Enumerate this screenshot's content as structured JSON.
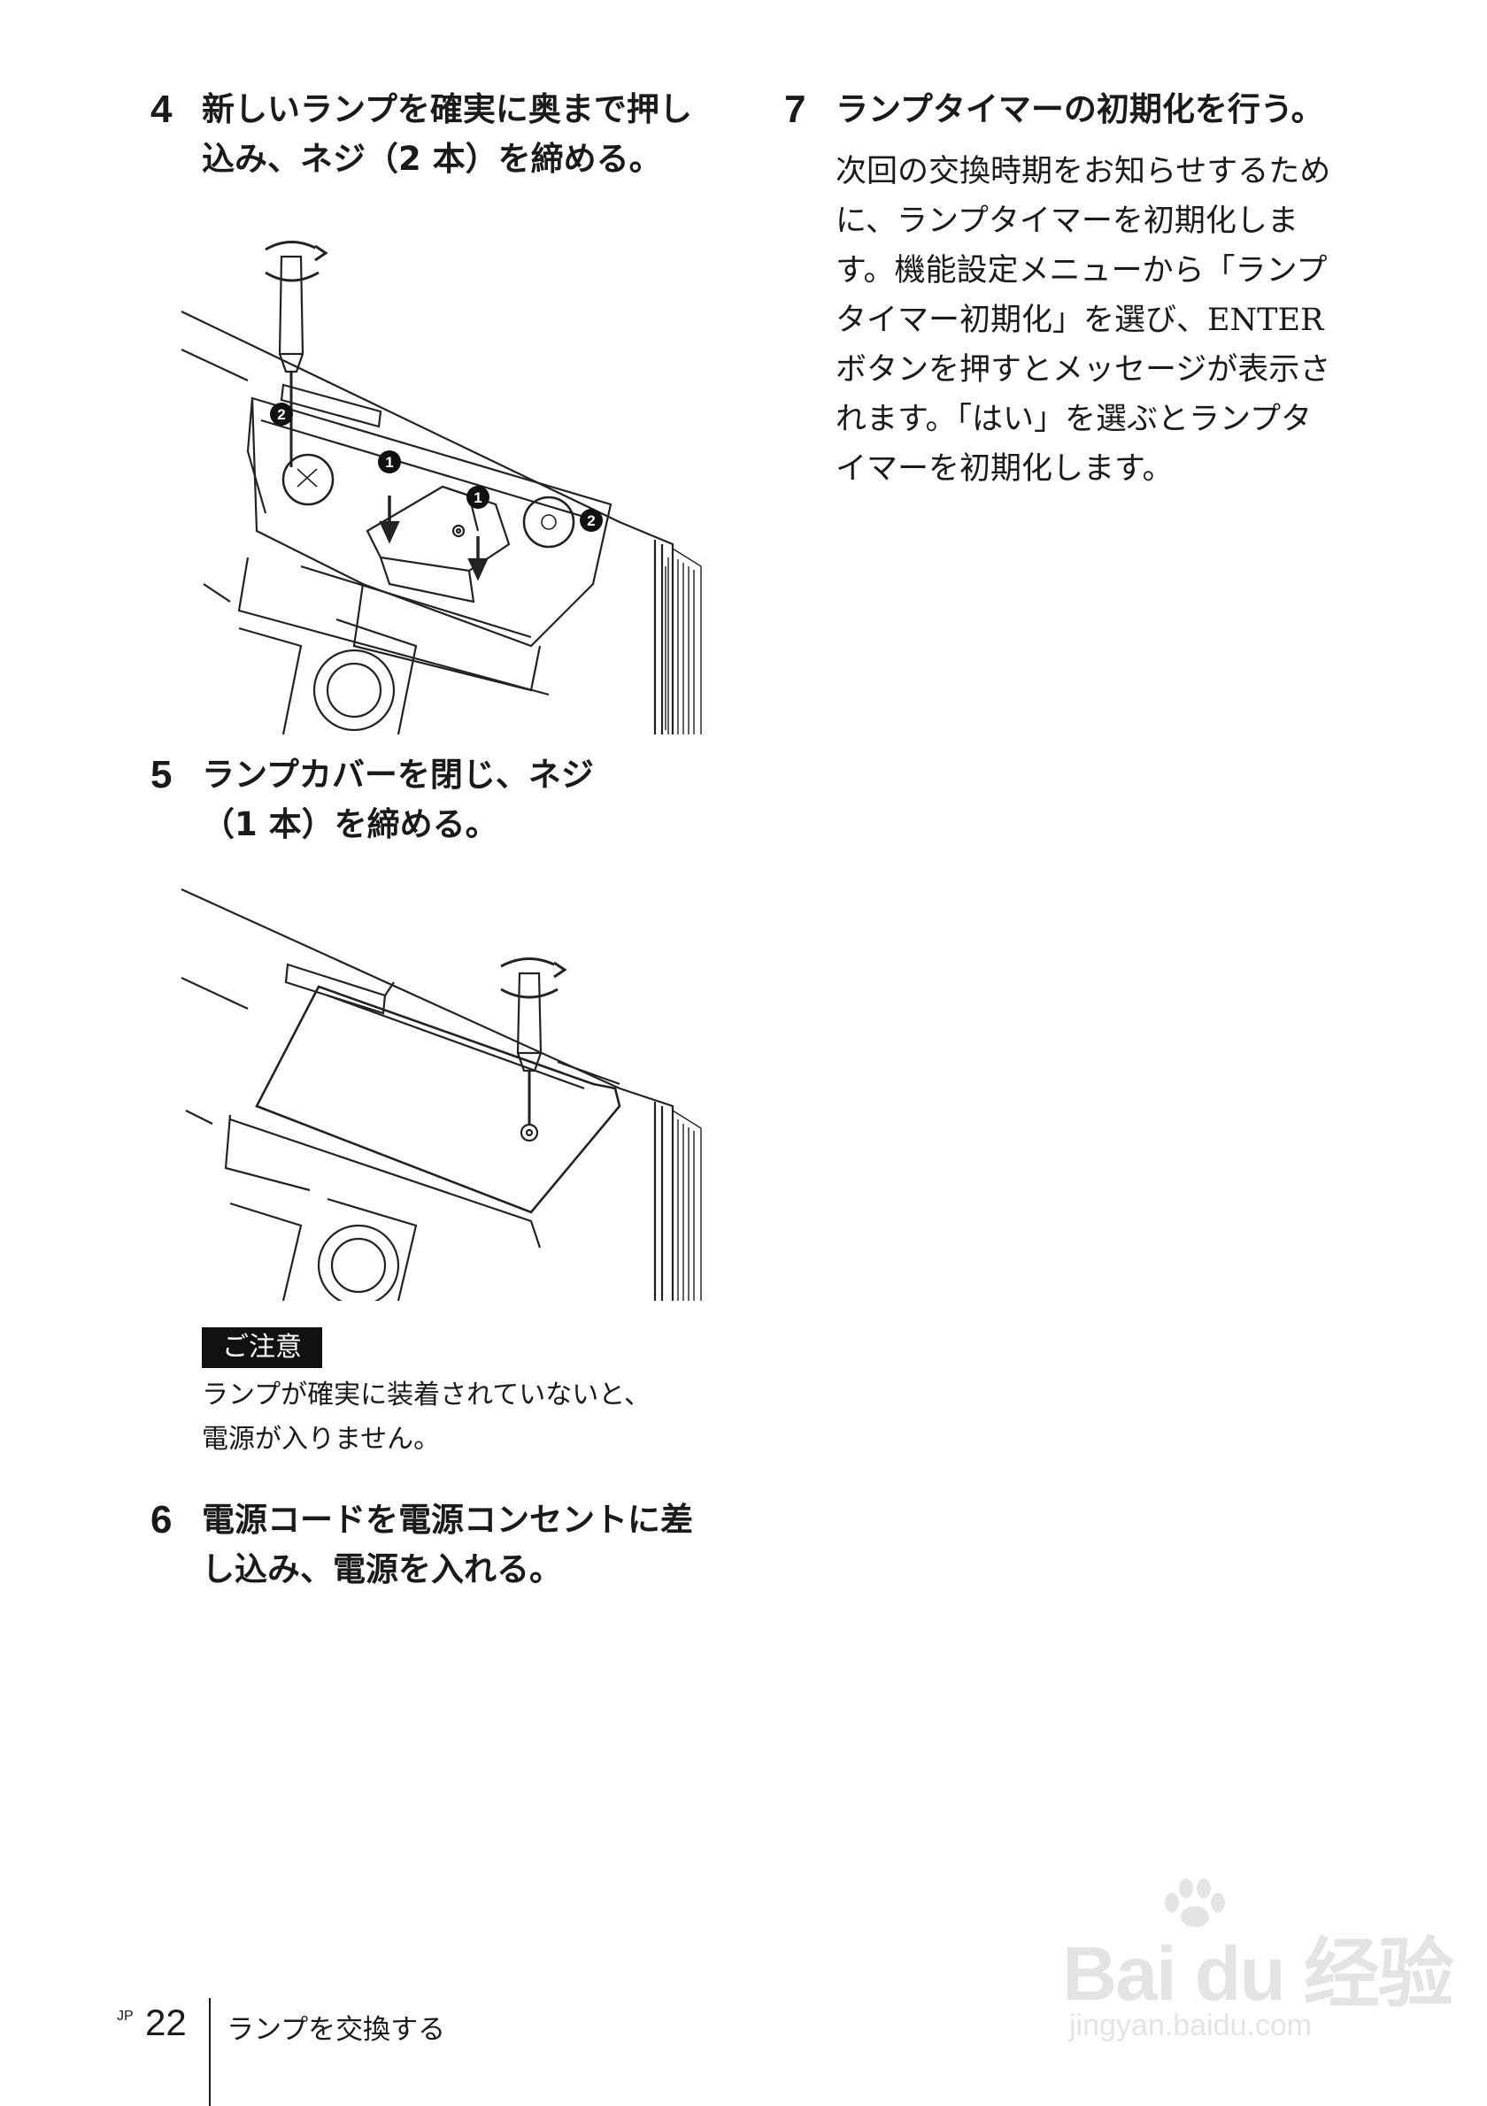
{
  "steps": [
    {
      "number": "4",
      "title_lines": [
        "新しいランプを確実に奥まで押し",
        "込み、ネジ（2 本）を締める。"
      ]
    },
    {
      "number": "5",
      "title_lines": [
        "ランプカバーを閉じ、ネジ",
        "（1 本）を締める。"
      ]
    },
    {
      "number": "6",
      "title_lines": [
        "電源コードを電源コンセントに差",
        "し込み、電源を入れる。"
      ]
    },
    {
      "number": "7",
      "title_lines": [
        "ランプタイマーの初期化を行う。"
      ],
      "body_lines": [
        "次回の交換時期をお知らせするため",
        "に、ランプタイマーを初期化しま",
        "す。機能設定メニューから「ランプ",
        "タイマー初期化」を選び、ENTER",
        "ボタンを押すとメッセージが表示さ",
        "れます。「はい」を選ぶとランプタ",
        "イマーを初期化します。"
      ]
    }
  ],
  "figure1": {
    "callouts": [
      "2",
      "1",
      "1",
      "2"
    ]
  },
  "note": {
    "label": "ご注意",
    "lines": [
      "ランプが確実に装着されていないと、",
      "電源が入りません。"
    ]
  },
  "footer": {
    "lang": "JP",
    "page": "22",
    "section": "ランプを交換する"
  },
  "watermark": {
    "main": "Bai du 经验",
    "sub": "jingyan.baidu.com"
  }
}
